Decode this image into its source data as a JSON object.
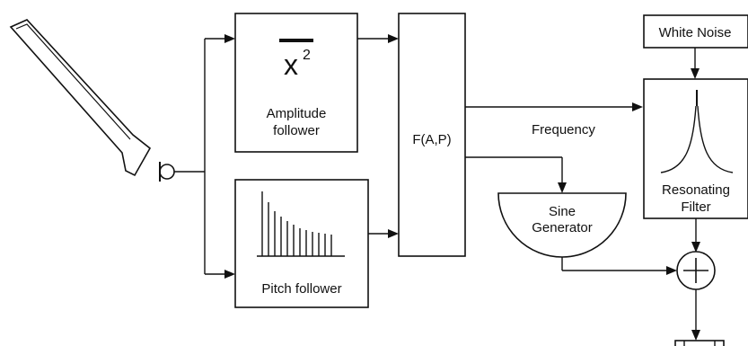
{
  "blocks": {
    "amplitude": {
      "symbol": "x",
      "exponent": "2",
      "label_line1": "Amplitude",
      "label_line2": "follower"
    },
    "pitch": {
      "label": "Pitch follower"
    },
    "function": {
      "label": "F(A,P)"
    },
    "noise": {
      "label": "White Noise"
    },
    "filter": {
      "label_line1": "Resonating",
      "label_line2": "Filter"
    },
    "sine": {
      "label_line1": "Sine",
      "label_line2": "Generator"
    }
  },
  "signals": {
    "frequency": "Frequency"
  },
  "icons": [
    "horn-instrument-icon",
    "microphone-icon",
    "spectrum-icon",
    "resonance-curve-icon",
    "summer-icon",
    "speaker-icon"
  ]
}
